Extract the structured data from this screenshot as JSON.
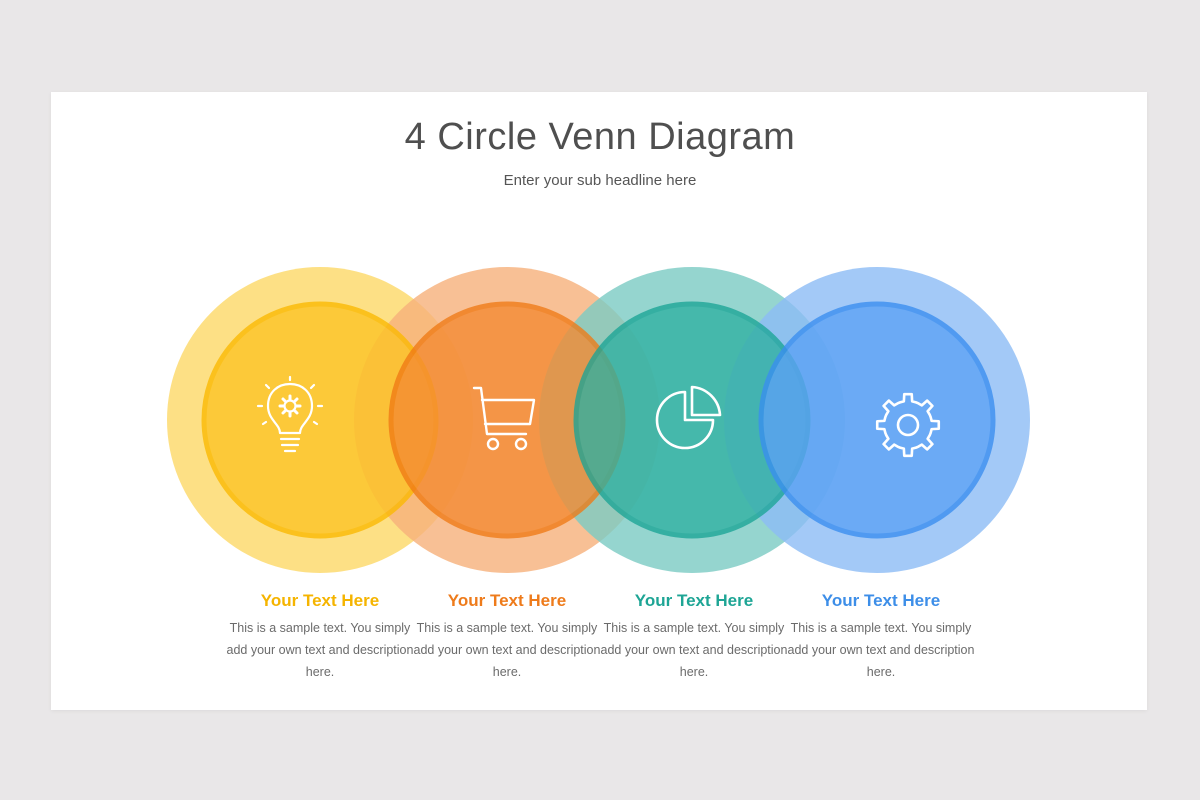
{
  "header": {
    "title": "4 Circle Venn Diagram",
    "subtitle": "Enter your sub headline here"
  },
  "items": [
    {
      "icon": "lightbulb-gear-icon",
      "color": "#fcc324",
      "outer_color": "#fdd866",
      "ring_color": "#fbb900",
      "title_color": "#f5b400",
      "title": "Your Text Here",
      "description": "This is a sample text. You simply add your own text and description here."
    },
    {
      "icon": "shopping-cart-icon",
      "color": "#f48a32",
      "outer_color": "#f6b07a",
      "ring_color": "#f07a15",
      "title_color": "#ee7b1b",
      "title": "Your Text Here",
      "description": "This is a sample text. You simply add your own text and description here."
    },
    {
      "icon": "pie-chart-icon",
      "color": "#2fb0a1",
      "outer_color": "#7acbc3",
      "ring_color": "#1ba596",
      "title_color": "#1ea595",
      "title": "Your Text Here",
      "description": "This is a sample text. You simply add your own text and description here."
    },
    {
      "icon": "gear-icon",
      "color": "#5ca2f5",
      "outer_color": "#8cbcf5",
      "ring_color": "#3a8ef0",
      "title_color": "#3d8ee8",
      "title": "Your Text Here",
      "description": "This is a sample text. You simply add your own text and description here."
    }
  ]
}
